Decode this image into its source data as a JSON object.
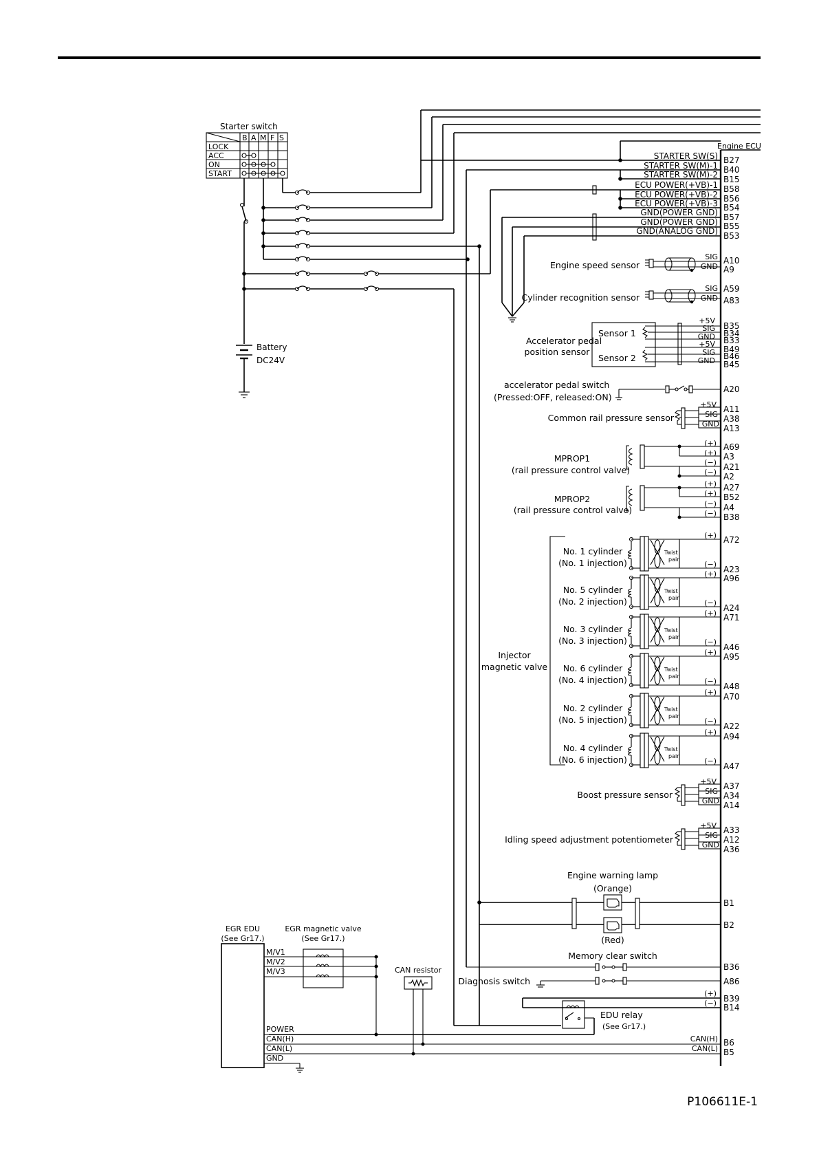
{
  "figure_id": "P106611E-1",
  "starter_switch": {
    "title": "Starter switch",
    "columns": [
      "B",
      "A",
      "M",
      "F",
      "S"
    ],
    "rows": [
      "LOCK",
      "ACC",
      "ON",
      "START"
    ]
  },
  "battery": {
    "name": "Battery",
    "voltage": "DC24V"
  },
  "ecu": {
    "title": "Engine ECU",
    "power_pins": [
      {
        "signal": "STARTER SW(S)",
        "pin": "B27"
      },
      {
        "signal": "STARTER SW(M)-1",
        "pin": "B40"
      },
      {
        "signal": "STARTER SW(M)-2",
        "pin": "B15"
      },
      {
        "signal": "ECU POWER(+VB)-1",
        "pin": "B58"
      },
      {
        "signal": "ECU POWER(+VB)-2",
        "pin": "B56"
      },
      {
        "signal": "ECU POWER(+VB)-3",
        "pin": "B54"
      },
      {
        "signal": "GND(POWER GND)",
        "pin": "B57"
      },
      {
        "signal": "GND(POWER GND)",
        "pin": "B55"
      },
      {
        "signal": "GND(ANALOG GND)",
        "pin": "B53"
      }
    ]
  },
  "sensors": {
    "engine_speed": {
      "name": "Engine speed sensor",
      "terms": [
        "SIG",
        "GND"
      ],
      "pins": [
        "A10",
        "A9"
      ]
    },
    "cylinder_recognition": {
      "name": "Cylinder recognition sensor",
      "terms": [
        "SIG",
        "GND"
      ],
      "pins": [
        "A59",
        "A83"
      ]
    },
    "accelerator": {
      "name_line1": "Accelerator pedal",
      "name_line2": "position sensor",
      "sensor1": "Sensor 1",
      "sensor2": "Sensor 2",
      "terms": [
        "+5V",
        "SIG",
        "GND",
        "+5V",
        "SIG",
        "GND"
      ],
      "pins": [
        "B35",
        "B34",
        "B33",
        "B49",
        "B46",
        "B45"
      ]
    },
    "accel_switch": {
      "line1": "accelerator pedal switch",
      "line2": "(Pressed:OFF, released:ON)",
      "pin": "A20"
    },
    "common_rail": {
      "name": "Common rail pressure sensor",
      "terms": [
        "+5V",
        "SIG",
        "GND"
      ],
      "pins": [
        "A11",
        "A38",
        "A13"
      ]
    },
    "mprop1": {
      "line1": "MPROP1",
      "line2": "(rail pressure control valve)",
      "terms": [
        "(+)",
        "(+)",
        "(−)",
        "(−)"
      ],
      "pins": [
        "A69",
        "A3",
        "A21",
        "A2"
      ]
    },
    "mprop2": {
      "line1": "MPROP2",
      "line2": "(rail pressure control valve)",
      "terms": [
        "(+)",
        "(+)",
        "(−)",
        "(−)"
      ],
      "pins": [
        "A27",
        "B52",
        "A4",
        "B38"
      ]
    },
    "boost": {
      "name": "Boost pressure sensor",
      "terms": [
        "+5V",
        "SIG",
        "GND"
      ],
      "pins": [
        "A37",
        "A34",
        "A14"
      ]
    },
    "idle_pot": {
      "name": "Idling speed adjustment potentiometer",
      "terms": [
        "+5V",
        "SIG",
        "GND"
      ],
      "pins": [
        "A33",
        "A12",
        "A36"
      ]
    }
  },
  "injectors": {
    "group_line1": "Injector",
    "group_line2": "magnetic valve",
    "twist_line1": "Twist",
    "twist_line2": "pair",
    "plus": "(+)",
    "minus": "(−)",
    "items": [
      {
        "line1": "No. 1 cylinder",
        "line2": "(No. 1 injection)",
        "pin_plus": "A72",
        "pin_minus": "A23"
      },
      {
        "line1": "No. 5 cylinder",
        "line2": "(No. 2 injection)",
        "pin_plus": "A96",
        "pin_minus": "A24"
      },
      {
        "line1": "No. 3 cylinder",
        "line2": "(No. 3 injection)",
        "pin_plus": "A71",
        "pin_minus": "A46"
      },
      {
        "line1": "No. 6 cylinder",
        "line2": "(No. 4 injection)",
        "pin_plus": "A95",
        "pin_minus": "A48"
      },
      {
        "line1": "No. 2 cylinder",
        "line2": "(No. 5 injection)",
        "pin_plus": "A70",
        "pin_minus": "A22"
      },
      {
        "line1": "No. 4 cylinder",
        "line2": "(No. 6 injection)",
        "pin_plus": "A94",
        "pin_minus": "A47"
      }
    ]
  },
  "warning_lamp": {
    "title": "Engine warning lamp",
    "orange": "(Orange)",
    "red": "(Red)",
    "pins": [
      "B1",
      "B2"
    ]
  },
  "egr_edu": {
    "line1": "EGR EDU",
    "line2": "(See Gr17.)",
    "terms": [
      "M/V1",
      "M/V2",
      "M/V3",
      "POWER",
      "CAN(H)",
      "CAN(L)",
      "GND"
    ]
  },
  "egr_valve": {
    "line1": "EGR magnetic valve",
    "line2": "(See Gr17.)"
  },
  "can_resistor": {
    "name": "CAN resistor"
  },
  "memory_clear": {
    "name": "Memory clear switch",
    "pin": "B36"
  },
  "diagnosis": {
    "name": "Diagnosis switch",
    "pin": "A86"
  },
  "edu_relay": {
    "line1": "EDU relay",
    "line2": "(See Gr17.)",
    "terms": [
      "(+)",
      "(−)"
    ],
    "pins": [
      "B39",
      "B14"
    ]
  },
  "can_pins": {
    "terms": [
      "CAN(H)",
      "CAN(L)"
    ],
    "pins": [
      "B6",
      "B5"
    ]
  }
}
